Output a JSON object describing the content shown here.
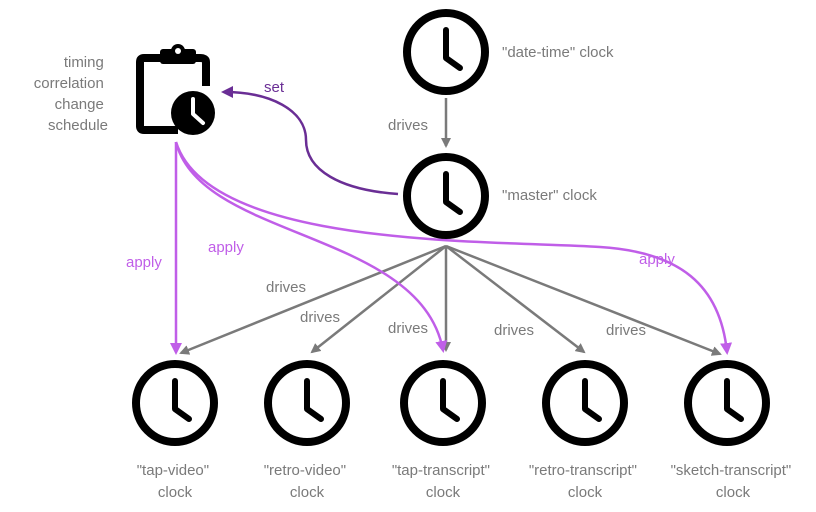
{
  "colors": {
    "drives_gray": "#7a7a7a",
    "apply_purple": "#c05ee8",
    "set_purple": "#6a2e95",
    "icon_black": "#000000"
  },
  "schedule": {
    "icon": "clipboard-clock-icon",
    "label_lines": [
      "timing",
      "correlation",
      "change",
      "schedule"
    ]
  },
  "top_clocks": [
    {
      "icon": "clock-icon",
      "label": "\"date-time\" clock"
    },
    {
      "icon": "clock-icon",
      "label": "\"master\" clock"
    }
  ],
  "bottom_clocks": [
    {
      "icon": "clock-icon",
      "line1": "\"tap-video\"",
      "line2": "clock"
    },
    {
      "icon": "clock-icon",
      "line1": "\"retro-video\"",
      "line2": "clock"
    },
    {
      "icon": "clock-icon",
      "line1": "\"tap-transcript\"",
      "line2": "clock"
    },
    {
      "icon": "clock-icon",
      "line1": "\"retro-transcript\"",
      "line2": "clock"
    },
    {
      "icon": "clock-icon",
      "line1": "\"sketch-transcript\"",
      "line2": "clock"
    }
  ],
  "edge_labels": {
    "drives_top": "drives",
    "drives": [
      "drives",
      "drives",
      "drives",
      "drives",
      "drives"
    ],
    "set": "set",
    "apply": [
      "apply",
      "apply",
      "apply"
    ]
  }
}
